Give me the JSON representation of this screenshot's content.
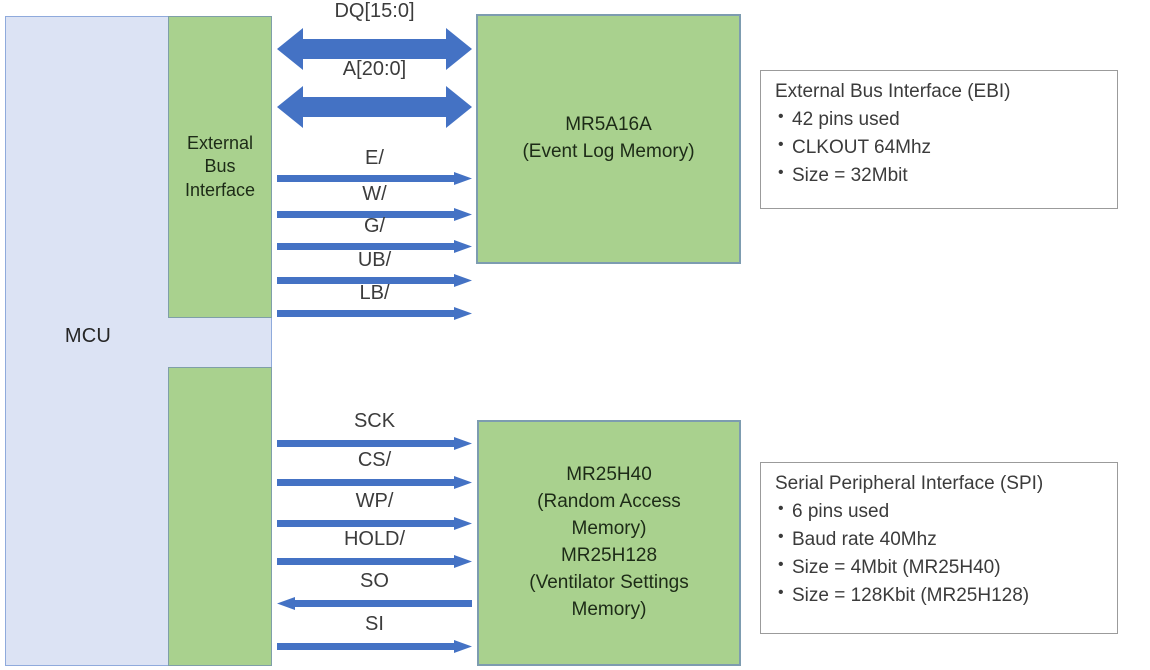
{
  "diagram": {
    "title": "MCU memory interface block diagram",
    "colors": {
      "arrow_blue": "#4472C4",
      "block_green": "#A9D18E",
      "mcu_blue": "#DCE3F4",
      "mcu_border": "#8FAADC",
      "callout_border": "#9B9B9B",
      "text_gray": "#3B3B3B"
    }
  },
  "mcu": {
    "label": "MCU",
    "blocks": [
      {
        "id": "ebi",
        "label": "External\nBus\nInterface"
      },
      {
        "id": "spi",
        "label": ""
      }
    ],
    "ebi_label_lines": [
      "External",
      "Bus",
      "Interface"
    ]
  },
  "memories": [
    {
      "id": "mr5a16a",
      "lines": [
        "MR5A16A",
        "(Event Log Memory)"
      ]
    },
    {
      "id": "mr25h40-mr25h128",
      "lines": [
        "MR25H40",
        "(Random Access",
        "Memory)",
        "MR25H128",
        "(Ventilator Settings",
        "Memory)"
      ]
    }
  ],
  "ebi_signals": [
    {
      "label": "DQ[15:0]",
      "direction": "bidirectional"
    },
    {
      "label": "A[20:0]",
      "direction": "bidirectional"
    },
    {
      "label": "E/",
      "direction": "right"
    },
    {
      "label": "W/",
      "direction": "right"
    },
    {
      "label": "G/",
      "direction": "right"
    },
    {
      "label": "UB/",
      "direction": "right"
    },
    {
      "label": "LB/",
      "direction": "right"
    }
  ],
  "spi_signals": [
    {
      "label": "SCK",
      "direction": "right"
    },
    {
      "label": "CS/",
      "direction": "right"
    },
    {
      "label": "WP/",
      "direction": "right"
    },
    {
      "label": "HOLD/",
      "direction": "right"
    },
    {
      "label": "SO",
      "direction": "left"
    },
    {
      "label": "SI",
      "direction": "right"
    }
  ],
  "callouts": {
    "ebi": {
      "title": "External Bus Interface (EBI)",
      "items": [
        "42 pins used",
        "CLKOUT 64Mhz",
        "Size = 32Mbit"
      ]
    },
    "spi": {
      "title": "Serial Peripheral Interface (SPI)",
      "items": [
        "6 pins used",
        "Baud rate 40Mhz",
        "Size = 4Mbit (MR25H40)",
        "Size = 128Kbit (MR25H128)"
      ]
    }
  }
}
